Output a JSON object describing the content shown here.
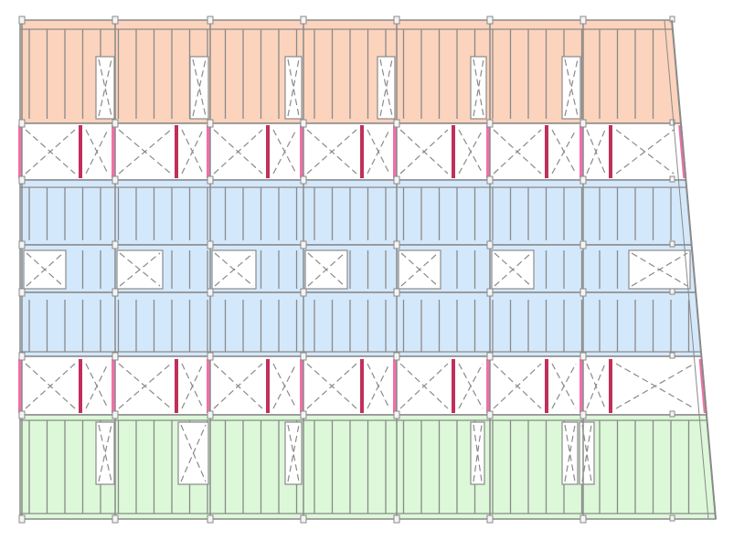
{
  "diagram": {
    "type": "structural-floor-plan",
    "colors": {
      "orange_zone": "#fcd3bd",
      "blue_zone": "#d4e8fb",
      "green_zone": "#dcf8d8",
      "opening": "#ffffff",
      "wall_pink": "#f070a8",
      "wall_dark": "#c0305a",
      "line": "#8a8a8a",
      "post": "#f4f4f4"
    },
    "bands": [
      {
        "name": "top-slab-band",
        "fill": "orange_zone"
      },
      {
        "name": "upper-corridor-band",
        "fill": "opening"
      },
      {
        "name": "upper-blue-slab-band",
        "fill": "blue_zone"
      },
      {
        "name": "middle-mixed-band",
        "fill": "blue_zone"
      },
      {
        "name": "lower-blue-slab-band",
        "fill": "blue_zone"
      },
      {
        "name": "lower-corridor-band",
        "fill": "opening"
      },
      {
        "name": "bottom-slab-band",
        "fill": "green_zone"
      }
    ]
  }
}
